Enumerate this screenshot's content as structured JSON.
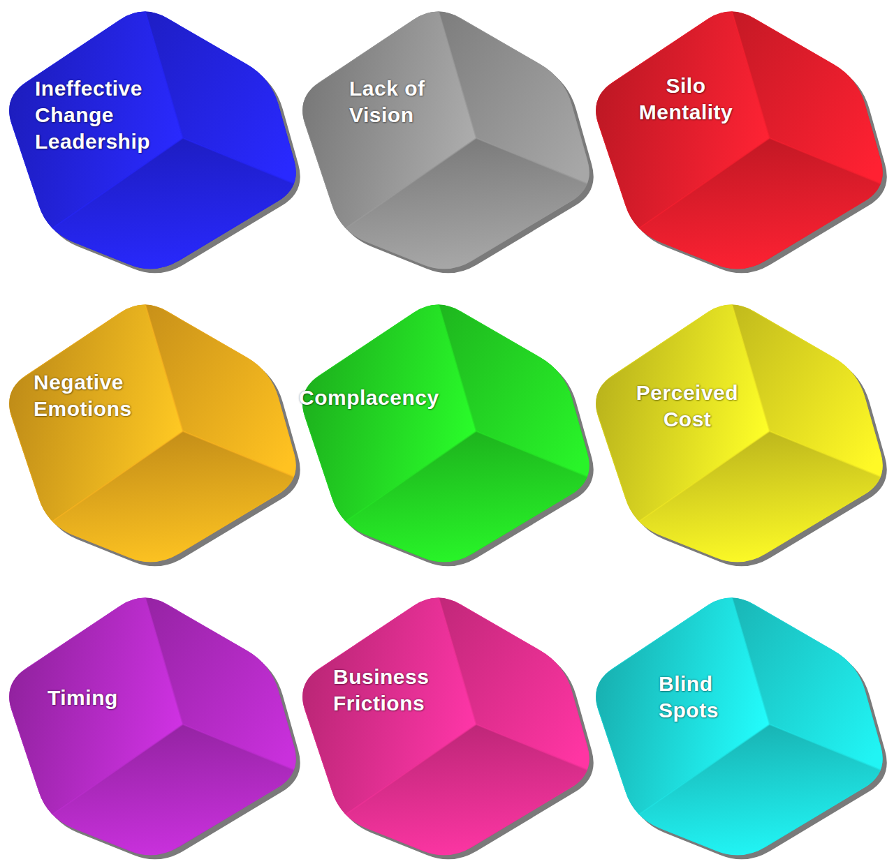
{
  "diagram": {
    "nodes": [
      {
        "text": [
          "Ineffective Change Leadership"
        ]
      },
      {
        "text": [
          "Lack of Vision"
        ]
      },
      {
        "text": [
          "Silo Mentality"
        ]
      },
      {
        "text": [
          "Negative Emotions"
        ]
      },
      {
        "text": [
          "Complacency"
        ]
      },
      {
        "text": [
          "Perceived Cost"
        ]
      },
      {
        "text": [
          "Timing"
        ]
      },
      {
        "text": [
          "Business Frictions"
        ]
      },
      {
        "text": [
          "Blind Spots"
        ]
      }
    ]
  }
}
